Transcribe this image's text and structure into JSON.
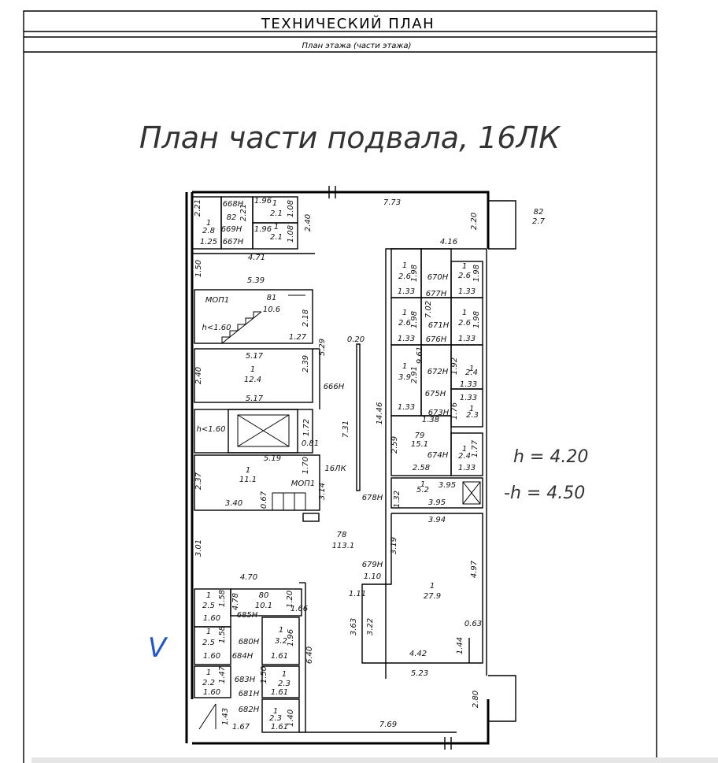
{
  "header": {
    "title": "ТЕХНИЧЕСКИЙ ПЛАН",
    "subtitle": "План этажа (части этажа)"
  },
  "plan_title": "План части подвала, 16ЛК",
  "heights": {
    "h": "h = 4.20",
    "neg_h": "-h = 4.50"
  },
  "checkmark": "V",
  "labels": [
    {
      "t": "2.21",
      "v": 1
    },
    {
      "t": "668Н",
      "v": 0
    },
    {
      "t": "1.96",
      "v": 0
    },
    {
      "t": "82",
      "v": 0
    },
    {
      "t": "2.21",
      "v": 1
    },
    {
      "t": "1",
      "v": 0
    },
    {
      "t": "2.1",
      "v": 0
    },
    {
      "t": "1.08",
      "v": 1
    },
    {
      "t": "1",
      "v": 0
    },
    {
      "t": "2.8",
      "v": 0
    },
    {
      "t": "669Н",
      "v": 0
    },
    {
      "t": "1.96",
      "v": 0
    },
    {
      "t": "1",
      "v": 0
    },
    {
      "t": "2.1",
      "v": 0
    },
    {
      "t": "1.08",
      "v": 1
    },
    {
      "t": "1.25",
      "v": 0
    },
    {
      "t": "667Н",
      "v": 0
    },
    {
      "t": "2.40",
      "v": 1
    },
    {
      "t": "7.73",
      "v": 0
    },
    {
      "t": "2.20",
      "v": 1
    },
    {
      "t": "82",
      "v": 0
    },
    {
      "t": "2.7",
      "v": 0
    },
    {
      "t": "4.71",
      "v": 0
    },
    {
      "t": "4.16",
      "v": 0
    },
    {
      "t": "1.50",
      "v": 1
    },
    {
      "t": "5.39",
      "v": 0
    },
    {
      "t": "1",
      "v": 0
    },
    {
      "t": "2.6",
      "v": 0
    },
    {
      "t": "1.98",
      "v": 1
    },
    {
      "t": "670Н",
      "v": 0
    },
    {
      "t": "1",
      "v": 0
    },
    {
      "t": "2.6",
      "v": 0
    },
    {
      "t": "1.98",
      "v": 1
    },
    {
      "t": "1.33",
      "v": 0
    },
    {
      "t": "677Н",
      "v": 0
    },
    {
      "t": "1.33",
      "v": 0
    },
    {
      "t": "МОП1",
      "v": 0
    },
    {
      "t": "81",
      "v": 0
    },
    {
      "t": "10.6",
      "v": 0
    },
    {
      "t": "2.18",
      "v": 1
    },
    {
      "t": "h<1.60",
      "v": 0
    },
    {
      "t": "1.27",
      "v": 0
    },
    {
      "t": "1",
      "v": 0
    },
    {
      "t": "2.6",
      "v": 0
    },
    {
      "t": "1.98",
      "v": 1
    },
    {
      "t": "7.02",
      "v": 1
    },
    {
      "t": "671Н",
      "v": 0
    },
    {
      "t": "1",
      "v": 0
    },
    {
      "t": "2.6",
      "v": 0
    },
    {
      "t": "1.98",
      "v": 1
    },
    {
      "t": "1.33",
      "v": 0
    },
    {
      "t": "676Н",
      "v": 0
    },
    {
      "t": "1.33",
      "v": 0
    },
    {
      "t": "0.20",
      "v": 0
    },
    {
      "t": "5.29",
      "v": 1
    },
    {
      "t": "5.17",
      "v": 0
    },
    {
      "t": "2.40",
      "v": 1
    },
    {
      "t": "1",
      "v": 0
    },
    {
      "t": "12.4",
      "v": 0
    },
    {
      "t": "2.39",
      "v": 1
    },
    {
      "t": "666Н",
      "v": 0
    },
    {
      "t": "5.17",
      "v": 0
    },
    {
      "t": "9.61",
      "v": 1
    },
    {
      "t": "1",
      "v": 0
    },
    {
      "t": "3.9",
      "v": 0
    },
    {
      "t": "2.91",
      "v": 1
    },
    {
      "t": "672Н",
      "v": 0
    },
    {
      "t": "1.92",
      "v": 1
    },
    {
      "t": "1",
      "v": 0
    },
    {
      "t": "2.4",
      "v": 0
    },
    {
      "t": "1.33",
      "v": 0
    },
    {
      "t": "675Н",
      "v": 0
    },
    {
      "t": "1.33",
      "v": 0
    },
    {
      "t": "1.33",
      "v": 0
    },
    {
      "t": "14.46",
      "v": 1
    },
    {
      "t": "673Н",
      "v": 0
    },
    {
      "t": "1.76",
      "v": 1
    },
    {
      "t": "1",
      "v": 0
    },
    {
      "t": "2.3",
      "v": 0
    },
    {
      "t": "1.38",
      "v": 0
    },
    {
      "t": "h<1.60",
      "v": 0
    },
    {
      "t": "1.72",
      "v": 1
    },
    {
      "t": "7.31",
      "v": 1
    },
    {
      "t": "0.81",
      "v": 0
    },
    {
      "t": "5.19",
      "v": 0
    },
    {
      "t": "2.59",
      "v": 1
    },
    {
      "t": "79",
      "v": 0
    },
    {
      "t": "15.1",
      "v": 0
    },
    {
      "t": "674Н",
      "v": 0
    },
    {
      "t": "1",
      "v": 0
    },
    {
      "t": "2.4",
      "v": 0
    },
    {
      "t": "1.77",
      "v": 1
    },
    {
      "t": "1.70",
      "v": 1
    },
    {
      "t": "16ЛК",
      "v": 0
    },
    {
      "t": "2.58",
      "v": 0
    },
    {
      "t": "1.33",
      "v": 0
    },
    {
      "t": "2.37",
      "v": 1
    },
    {
      "t": "1",
      "v": 0
    },
    {
      "t": "11.1",
      "v": 0
    },
    {
      "t": "МОП1",
      "v": 0
    },
    {
      "t": "3.14",
      "v": 1
    },
    {
      "t": "1",
      "v": 0
    },
    {
      "t": "3.95",
      "v": 0
    },
    {
      "t": "678Н",
      "v": 0
    },
    {
      "t": "1.32",
      "v": 1
    },
    {
      "t": "5.2",
      "v": 0
    },
    {
      "t": "3.40",
      "v": 0
    },
    {
      "t": "0.67",
      "v": 1
    },
    {
      "t": "3.95",
      "v": 0
    },
    {
      "t": "3.94",
      "v": 0
    },
    {
      "t": "78",
      "v": 0
    },
    {
      "t": "113.1",
      "v": 0
    },
    {
      "t": "3.01",
      "v": 1
    },
    {
      "t": "3.19",
      "v": 1
    },
    {
      "t": "679Н",
      "v": 0
    },
    {
      "t": "4.97",
      "v": 1
    },
    {
      "t": "1.10",
      "v": 0
    },
    {
      "t": "4.70",
      "v": 0
    },
    {
      "t": "1",
      "v": 0
    },
    {
      "t": "4.78",
      "v": 1
    },
    {
      "t": "80",
      "v": 0
    },
    {
      "t": "10.1",
      "v": 0
    },
    {
      "t": "1.20",
      "v": 1
    },
    {
      "t": "1.58",
      "v": 1
    },
    {
      "t": "2.5",
      "v": 0
    },
    {
      "t": "1.11",
      "v": 0
    },
    {
      "t": "1",
      "v": 0
    },
    {
      "t": "27.9",
      "v": 0
    },
    {
      "t": "1.60",
      "v": 0
    },
    {
      "t": "685Н",
      "v": 0
    },
    {
      "t": "1.66",
      "v": 0
    },
    {
      "t": "3.63",
      "v": 1
    },
    {
      "t": "3.22",
      "v": 1
    },
    {
      "t": "0.63",
      "v": 0
    },
    {
      "t": "1",
      "v": 0
    },
    {
      "t": "1.58",
      "v": 1
    },
    {
      "t": "680Н",
      "v": 0
    },
    {
      "t": "1",
      "v": 0
    },
    {
      "t": "3.2",
      "v": 0
    },
    {
      "t": "1.96",
      "v": 1
    },
    {
      "t": "2.5",
      "v": 0
    },
    {
      "t": "6.40",
      "v": 1
    },
    {
      "t": "1.44",
      "v": 1
    },
    {
      "t": "1.60",
      "v": 0
    },
    {
      "t": "684Н",
      "v": 0
    },
    {
      "t": "1.61",
      "v": 0
    },
    {
      "t": "4.42",
      "v": 0
    },
    {
      "t": "5.23",
      "v": 0
    },
    {
      "t": "1",
      "v": 0
    },
    {
      "t": "1.47",
      "v": 1
    },
    {
      "t": "1.50",
      "v": 1
    },
    {
      "t": "1",
      "v": 0
    },
    {
      "t": "2.2",
      "v": 0
    },
    {
      "t": "683Н",
      "v": 0
    },
    {
      "t": "2.3",
      "v": 0
    },
    {
      "t": "2.80",
      "v": 1
    },
    {
      "t": "1.60",
      "v": 0
    },
    {
      "t": "681Н",
      "v": 0
    },
    {
      "t": "1.61",
      "v": 0
    },
    {
      "t": "682Н",
      "v": 0
    },
    {
      "t": "1",
      "v": 0
    },
    {
      "t": "1.43",
      "v": 1
    },
    {
      "t": "2.3",
      "v": 0
    },
    {
      "t": "1.40",
      "v": 1
    },
    {
      "t": "7.69",
      "v": 0
    },
    {
      "t": "1.67",
      "v": 0
    },
    {
      "t": "1.61",
      "v": 0
    }
  ]
}
